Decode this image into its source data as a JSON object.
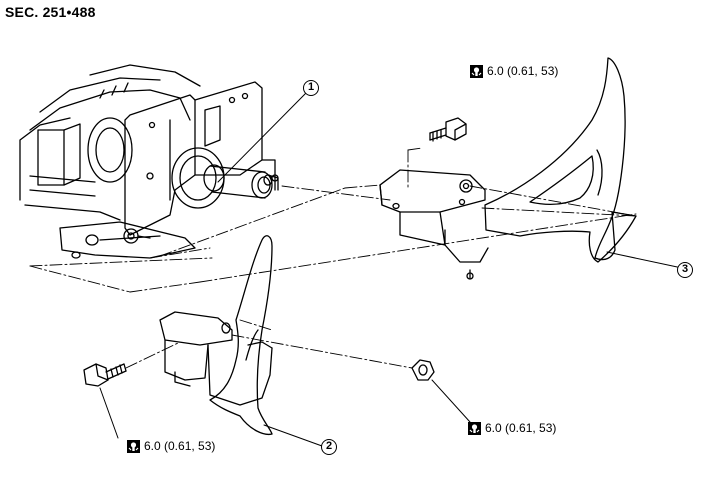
{
  "header": {
    "section_code": "SEC. 251•488"
  },
  "torques": {
    "top": "6.0 (0.61, 53)",
    "bottom_left": "6.0 (0.61, 53)",
    "bottom_right": "6.0 (0.61, 53)"
  },
  "callouts": {
    "c1": "1",
    "c2": "2",
    "c3": "3"
  },
  "icons": {
    "torque": "torque-wrench-icon"
  }
}
